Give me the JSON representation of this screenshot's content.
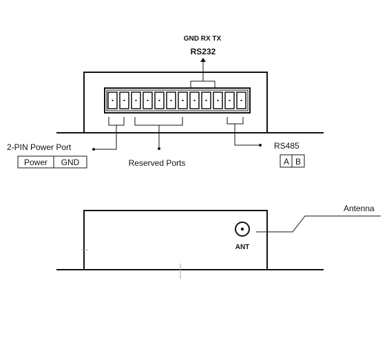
{
  "top_view": {
    "rs232_pins": "GND RX  TX",
    "rs232_label": "RS232",
    "power_port_label": "2-PIN Power Port",
    "power_table": [
      "Power",
      "GND"
    ],
    "reserved_label": "Reserved Ports",
    "rs485_label": "RS485",
    "rs485_table": [
      "A",
      "B"
    ],
    "terminal_pin_count": 12
  },
  "side_view": {
    "ant_label": "ANT",
    "antenna_label": "Antenna"
  }
}
